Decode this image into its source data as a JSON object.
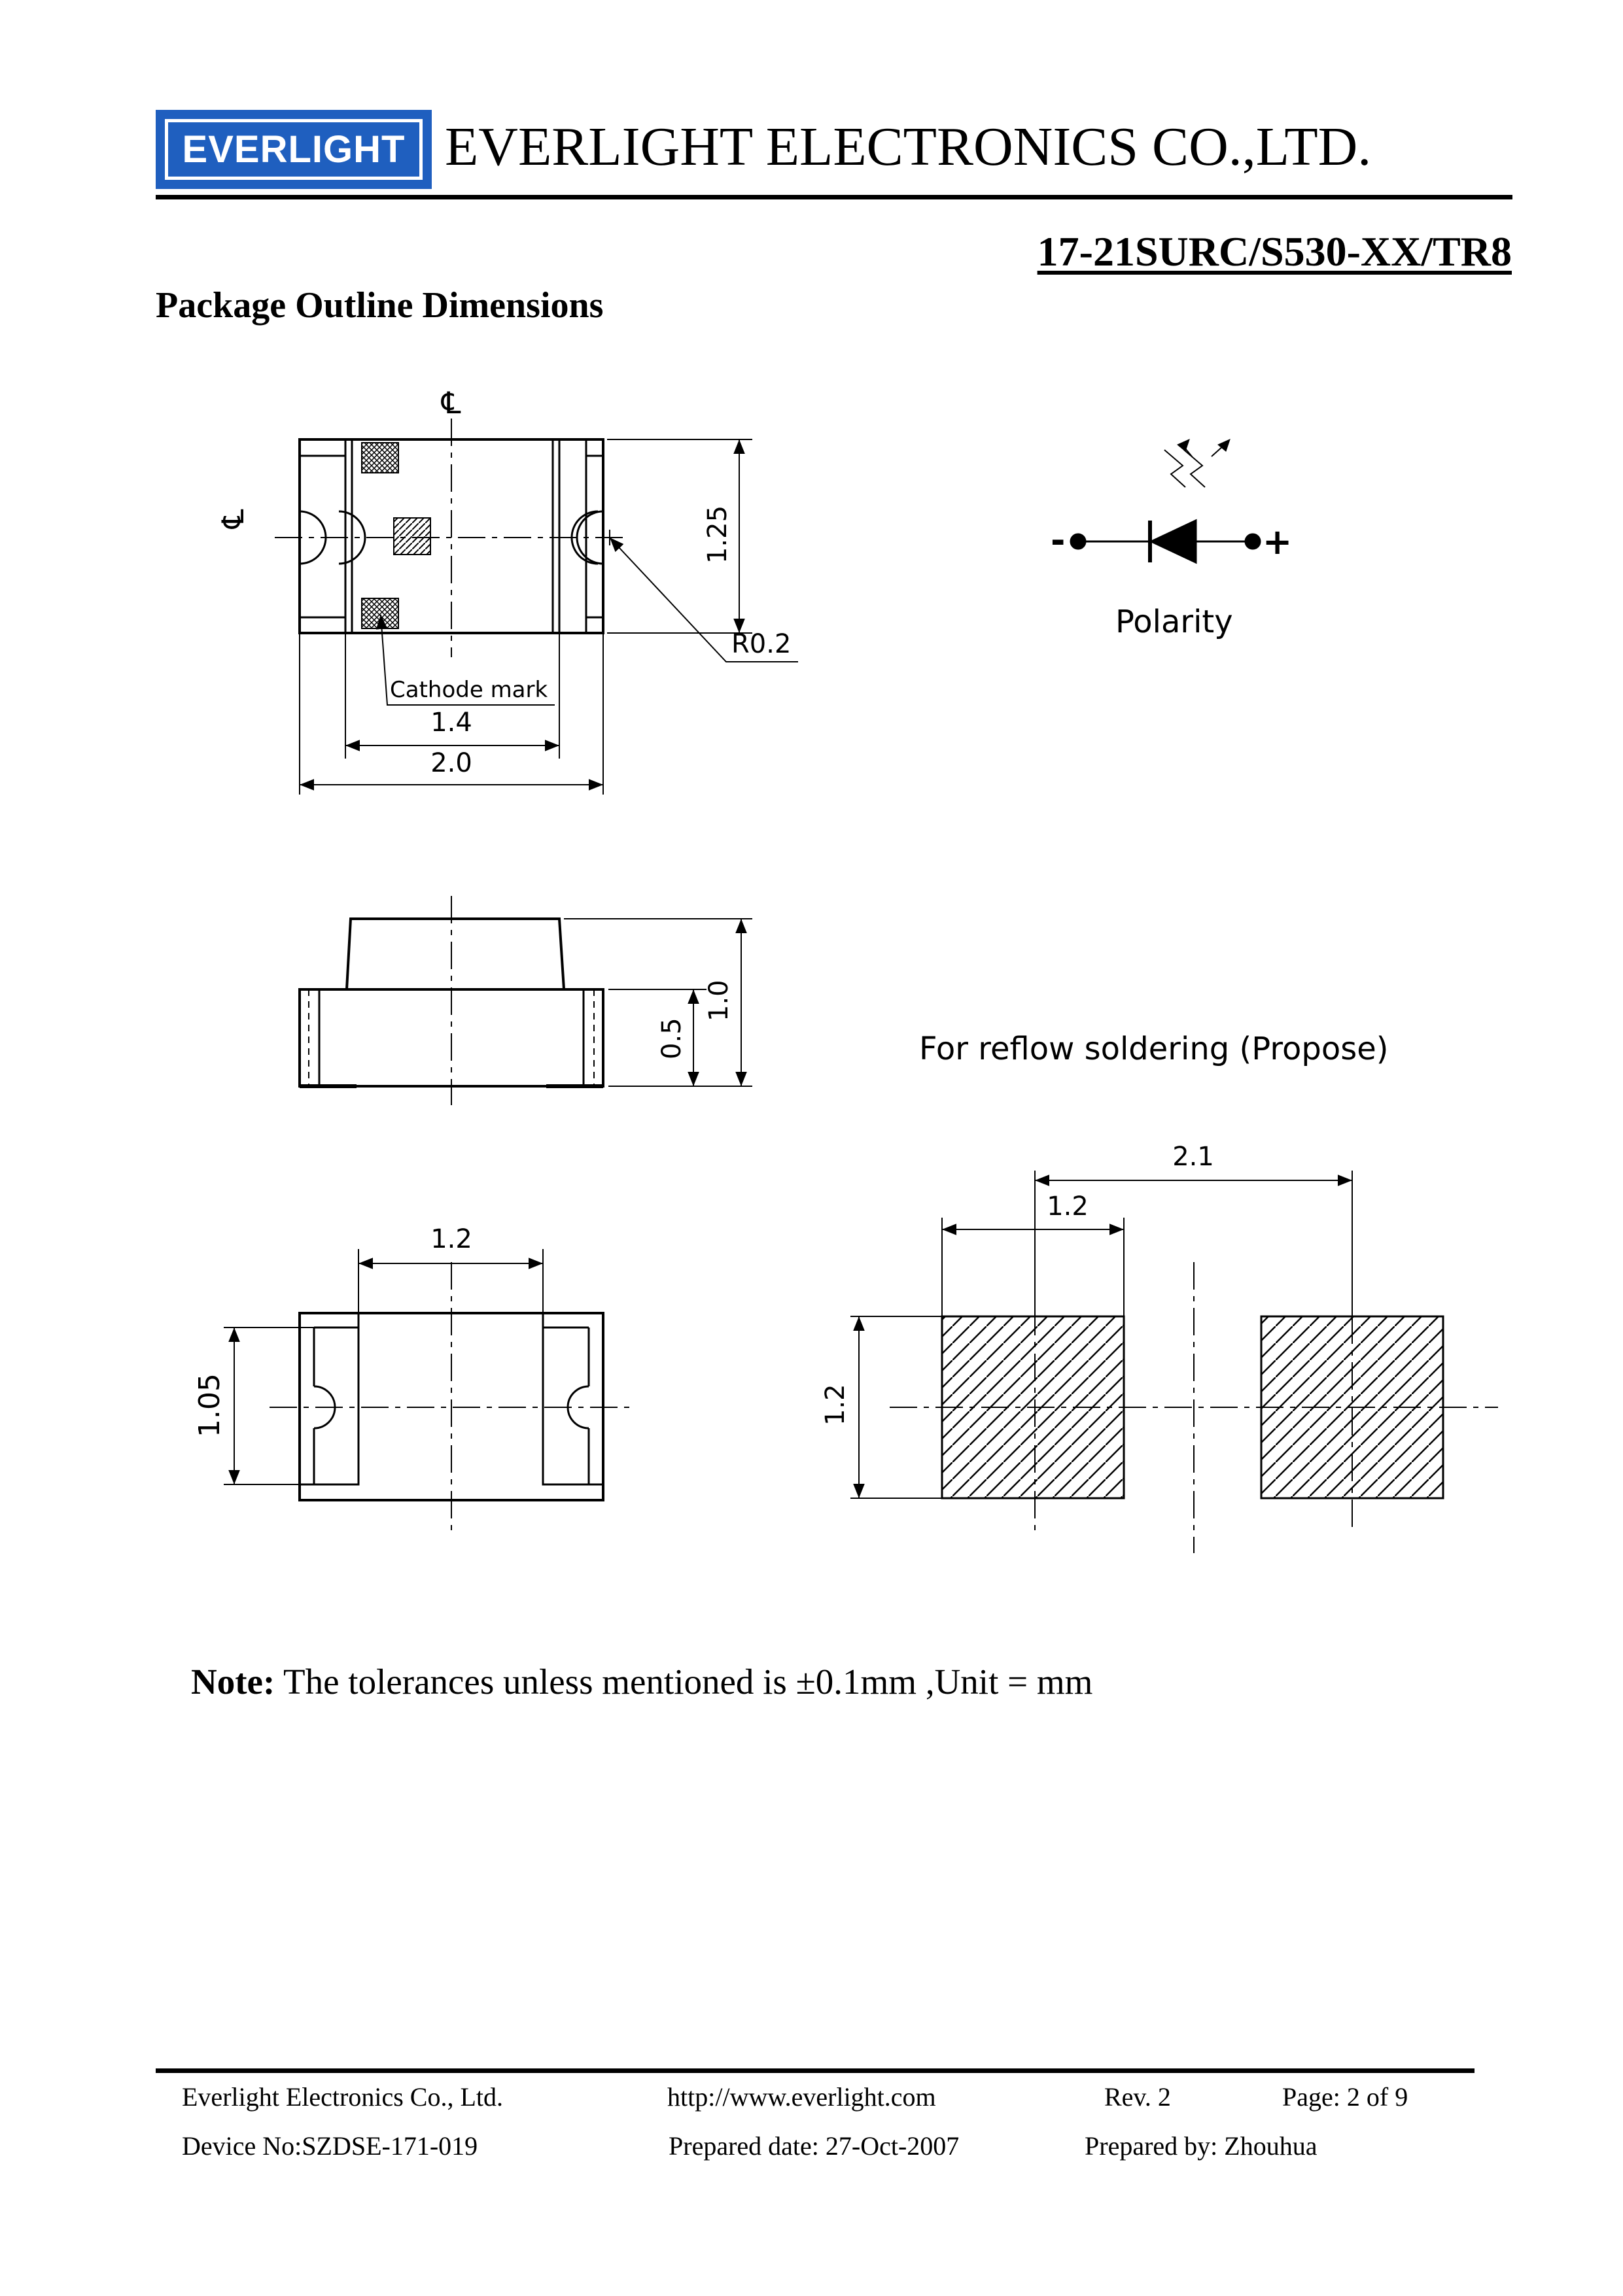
{
  "header": {
    "logo_text": "EVERLIGHT",
    "company_name": "EVERLIGHT ELECTRONICS CO.,LTD.",
    "part_number": "17-21SURC/S530-XX/TR8"
  },
  "section_title": "Package Outline Dimensions",
  "drawing": {
    "centerline_symbol": "℄",
    "top_view": {
      "dim_height": "1.25",
      "radius": "R0.2",
      "cathode_mark": "Cathode mark",
      "dim_inner_width": "1.4",
      "dim_total_width": "2.0"
    },
    "polarity": {
      "minus": "-",
      "plus": "+",
      "label": "Polarity"
    },
    "side_view": {
      "dim_total_height": "1.0",
      "dim_base_height": "0.5"
    },
    "bottom_view": {
      "dim_pad_gap": "1.2",
      "dim_pad_height": "1.05"
    },
    "footprint": {
      "title": "For reflow soldering (Propose)",
      "dim_pitch": "2.1",
      "dim_pad_width": "1.2",
      "dim_pad_height": "1.2"
    }
  },
  "note": {
    "label": "Note:",
    "text": "The tolerances unless mentioned is  ±0.1mm    ,Unit = mm"
  },
  "footer": {
    "company": "Everlight Electronics Co., Ltd.",
    "url": "http://www.everlight.com",
    "revision": "Rev. 2",
    "page": "Page: 2 of 9",
    "device_no": "Device No:SZDSE-171-019",
    "prepared_date": "Prepared date: 27-Oct-2007",
    "prepared_by": "Prepared by: Zhouhua"
  },
  "colors": {
    "logo_blue": "#1f5fbf",
    "ink": "#000000"
  }
}
